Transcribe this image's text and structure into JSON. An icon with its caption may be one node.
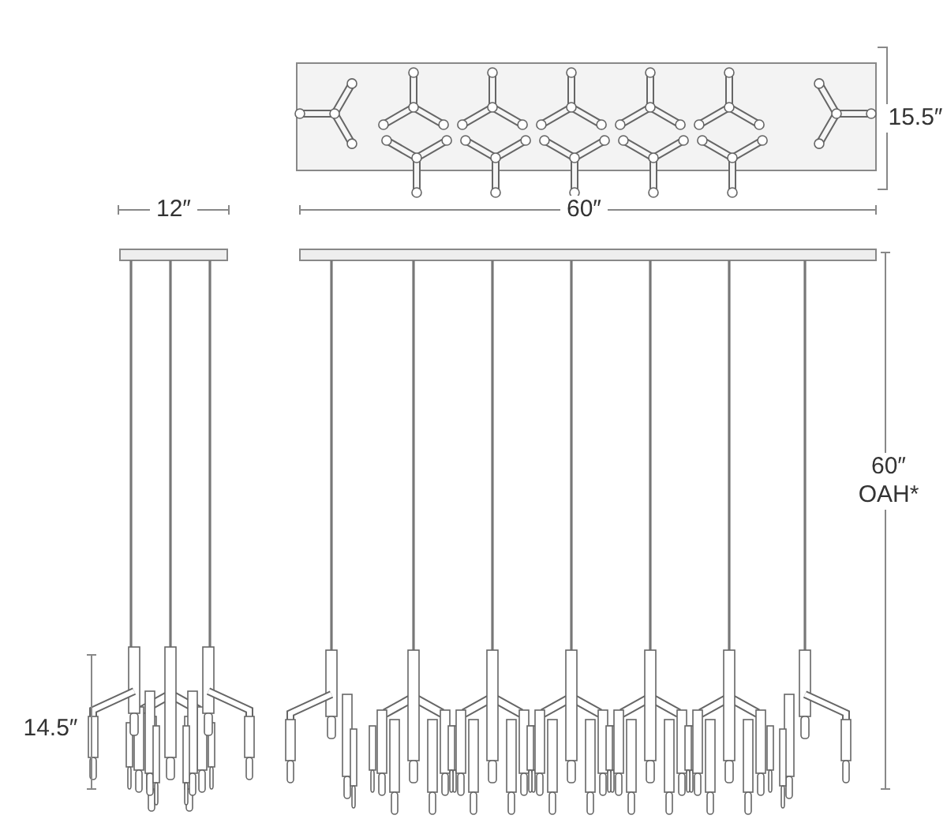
{
  "diagram": {
    "labels": [
      "15.5″",
      "12″",
      "60″",
      "60″ OAH*",
      "14.5″"
    ]
  }
}
